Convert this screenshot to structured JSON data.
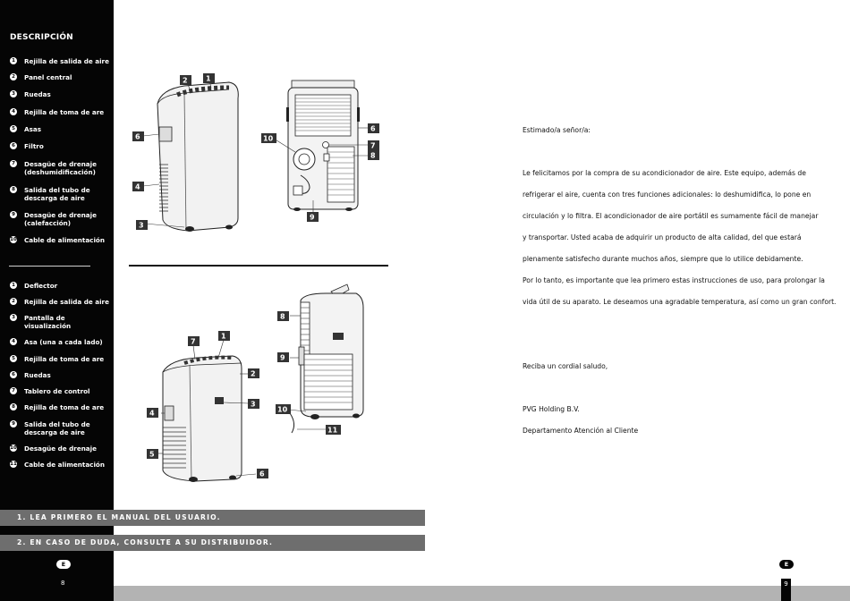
{
  "sidebar": {
    "title": "DESCRIPCIÓN",
    "list1": [
      {
        "num": "1",
        "label": "Rejilla de salida de aire"
      },
      {
        "num": "2",
        "label": "Panel central"
      },
      {
        "num": "3",
        "label": "Ruedas"
      },
      {
        "num": "4",
        "label": "Rejilla de toma de are"
      },
      {
        "num": "5",
        "label": "Asas"
      },
      {
        "num": "6",
        "label": "Filtro"
      },
      {
        "num": "7",
        "label": "Desagüe de drenaje (deshumidificación)"
      },
      {
        "num": "8",
        "label": "Salida del tubo de descarga de aire"
      },
      {
        "num": "9",
        "label": "Desagüe de drenaje (calefacción)"
      },
      {
        "num": "10",
        "label": "Cable de alimentación"
      }
    ],
    "list2": [
      {
        "num": "1",
        "label": "Deflector"
      },
      {
        "num": "2",
        "label": "Rejilla de salida de aire"
      },
      {
        "num": "3",
        "label": "Pantalla de visualización"
      },
      {
        "num": "4",
        "label": "Asa (una a cada lado)"
      },
      {
        "num": "5",
        "label": "Rejilla de toma de are"
      },
      {
        "num": "6",
        "label": "Ruedas"
      },
      {
        "num": "7",
        "label": "Tablero de control"
      },
      {
        "num": "8",
        "label": "Rejilla de toma de are"
      },
      {
        "num": "9",
        "label": "Salida del tubo de descarga de aire"
      },
      {
        "num": "10",
        "label": "Desagüe de drenaje"
      },
      {
        "num": "11",
        "label": "Cable de alimentación"
      }
    ],
    "lang_badge": "E",
    "page_number": "8"
  },
  "figures": {
    "fig1_front_labels": [
      "1",
      "2",
      "6",
      "4",
      "3"
    ],
    "fig1_back_labels": [
      "6",
      "10",
      "7",
      "8",
      "9"
    ],
    "fig2_front_labels": [
      "7",
      "1",
      "2",
      "4",
      "3",
      "5",
      "6"
    ],
    "fig2_side_labels": [
      "8",
      "9",
      "10",
      "11"
    ]
  },
  "notices": {
    "notice1": "1. LEA PRIMERO EL MANUAL DEL USUARIO.",
    "notice2": "2. EN CASO DE DUDA, CONSULTE A SU DISTRIBUIDOR."
  },
  "letter": {
    "greeting": "Estimado/a señor/a:",
    "lines": [
      "Le felicitamos por la compra de su acondicionador de aire. Este equipo, además de",
      "refrigerar el aire, cuenta con tres funciones adicionales: lo deshumidifica, lo pone en",
      "circulación y lo filtra. El acondicionador de aire portátil es sumamente fácil de manejar",
      "y transportar. Usted acaba de adquirir un producto de alta calidad, del que estará",
      "plenamente satisfecho durante muchos años, siempre que lo utilice debidamente.",
      "Por lo tanto, es importante que lea primero estas instrucciones de uso, para prolongar la",
      "vida útil de su aparato. Le deseamos una agradable temperatura, así como un gran confort."
    ],
    "closing": "Reciba un cordial saludo,",
    "company": "PVG Holding B.V.",
    "department": "Departamento Atención al Cliente"
  },
  "right_page": {
    "lang_badge": "E",
    "page_number": "9"
  }
}
